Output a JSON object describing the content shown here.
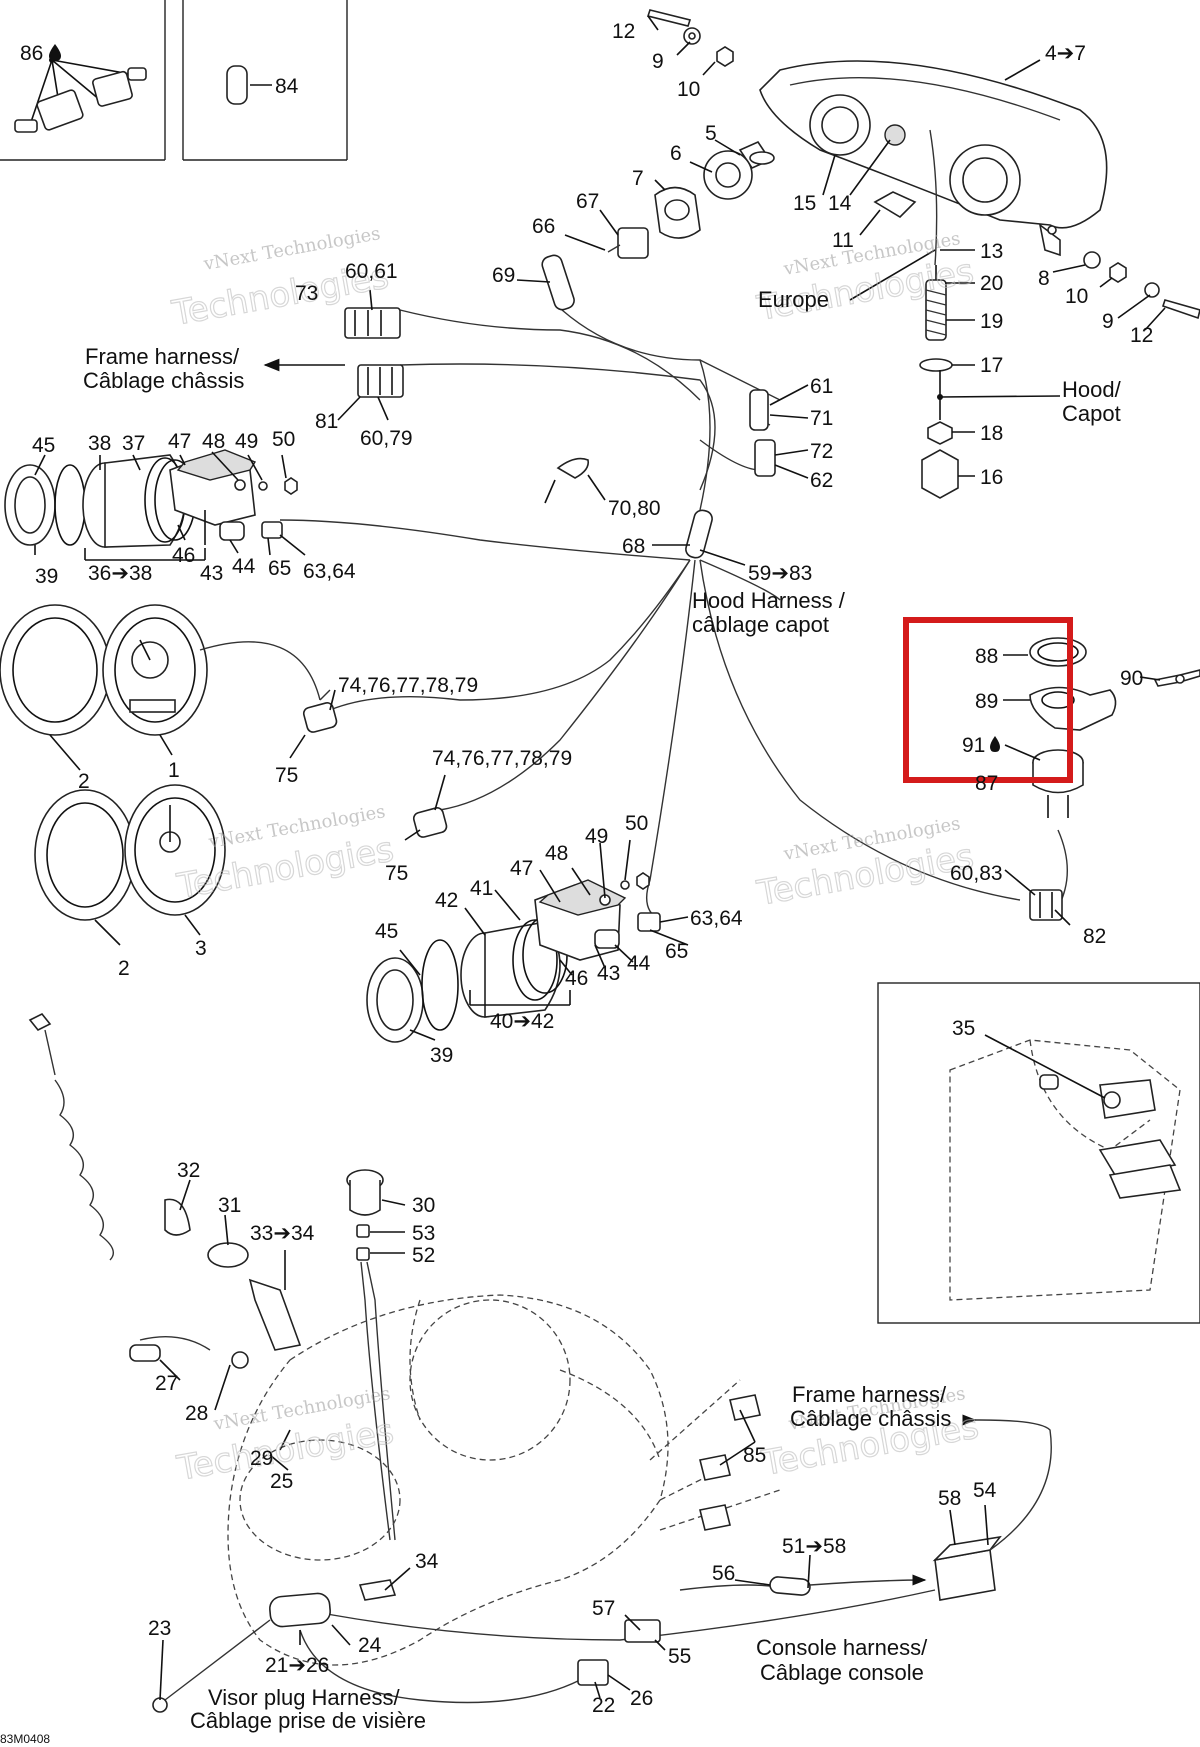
{
  "callouts": {
    "c86": "86",
    "c84": "84",
    "c12a": "12",
    "c9a": "9",
    "c10a": "10",
    "c4_7": "4➔7",
    "c5": "5",
    "c6": "6",
    "c7": "7",
    "c67": "67",
    "c66": "66",
    "c15": "15",
    "c14": "14",
    "c11": "11",
    "c13": "13",
    "c20": "20",
    "c19": "19",
    "c17": "17",
    "c18": "18",
    "c16": "16",
    "c8": "8",
    "c10b": "10",
    "c9b": "9",
    "c12b": "12",
    "c69": "69",
    "c60_61": "60,61",
    "c73": "73",
    "c81": "81",
    "c60_79": "60,79",
    "c61": "61",
    "c71": "71",
    "c72": "72",
    "c62": "62",
    "c70_80": "70,80",
    "c68": "68",
    "c59_83": "59➔83",
    "c45a": "45",
    "c38": "38",
    "c37": "37",
    "c47a": "47",
    "c48a": "48",
    "c49a": "49",
    "c50a": "50",
    "c39a": "39",
    "c36_38": "36➔38",
    "c46a": "46",
    "c43a": "43",
    "c44a": "44",
    "c65a": "65",
    "c63_64a": "63,64",
    "c74a": "74,76,77,78,79",
    "c75a": "75",
    "c2a": "2",
    "c1": "1",
    "c74b": "74,76,77,78,79",
    "c75b": "75",
    "c2b": "2",
    "c3": "3",
    "c49b": "49",
    "c50b": "50",
    "c48b": "48",
    "c47b": "47",
    "c42": "42",
    "c41": "41",
    "c63_64b": "63,64",
    "c65b": "65",
    "c44b": "44",
    "c43b": "43",
    "c46b": "46",
    "c45b": "45",
    "c40_42": "40➔42",
    "c39b": "39",
    "c88": "88",
    "c89": "89",
    "c91": "91",
    "c87": "87",
    "c90": "90",
    "c60_83": "60,83",
    "c82": "82",
    "c35": "35",
    "c32": "32",
    "c31": "31",
    "c33_34": "33➔34",
    "c30": "30",
    "c53": "53",
    "c52": "52",
    "c27": "27",
    "c28": "28",
    "c29": "29",
    "c25": "25",
    "c85": "85",
    "c58": "58",
    "c54": "54",
    "c51_58": "51➔58",
    "c56": "56",
    "c34": "34",
    "c57": "57",
    "c55": "55",
    "c23": "23",
    "c24": "24",
    "c21_26": "21➔26",
    "c22": "22",
    "c26": "26"
  },
  "notes": {
    "frame_harness_1": "Frame harness/",
    "frame_harness_2": "Câblage châssis",
    "hood_capot_1": "Hood/",
    "hood_capot_2": "Capot",
    "europe": "Europe",
    "hood_harness_1": "Hood Harness /",
    "hood_harness_2": "câblage capot",
    "frame_harness_b1": "Frame harness/",
    "frame_harness_b2": "Câblage châssis",
    "console_harness_1": "Console harness/",
    "console_harness_2": "Câblage console",
    "visor_1": "Visor plug Harness/",
    "visor_2": "Câblage prise de visière",
    "figure_code": "83M0408"
  },
  "watermark": {
    "line1": "vNext Technologies",
    "line2": "Technologies"
  },
  "icons": [
    "oil-drop-icon",
    "arrow-icon"
  ],
  "colors": {
    "highlight": "#d41b1b",
    "ink": "#111111",
    "watermark": "#9a9a9a"
  }
}
